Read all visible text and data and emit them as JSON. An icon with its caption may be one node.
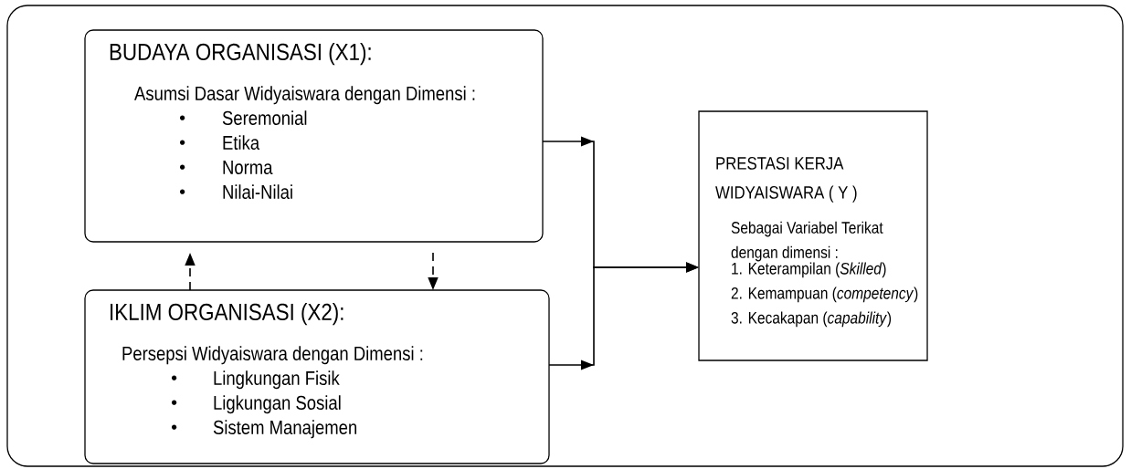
{
  "diagram": {
    "nodes": [
      {
        "text": [
          "BUDAYA ORGANISASI (X1):",
          "Asumsi Dasar Widyaiswara dengan Dimensi :",
          "Seremonial",
          "Etika",
          "Norma",
          "Nilai-Nilai"
        ]
      },
      {
        "text": [
          "IKLIM ORGANISASI (X2):",
          "Persepsi  Widyaiswara dengan Dimensi :",
          "Lingkungan Fisik",
          "Ligkungan Sosial",
          "Sistem Manajemen"
        ]
      },
      {
        "text": [
          "PRESTASI KERJA WIDYAISWARA ( Y )",
          "Sebagai Variabel Terikat dengan dimensi :",
          "1. Keterampilan (*Skilled*)",
          "2. Kemampuan (*competency*)",
          "3. Kecakapan (*capability*)"
        ]
      }
    ],
    "edges": [
      {
        "from": 0,
        "to": 2,
        "arrow": "to"
      },
      {
        "from": 1,
        "to": 2,
        "arrow": "to"
      },
      {
        "from": 1,
        "to": 0,
        "arrow": "to",
        "style": "dashed"
      },
      {
        "from": 0,
        "to": 1,
        "arrow": "to",
        "style": "dashed"
      }
    ]
  }
}
